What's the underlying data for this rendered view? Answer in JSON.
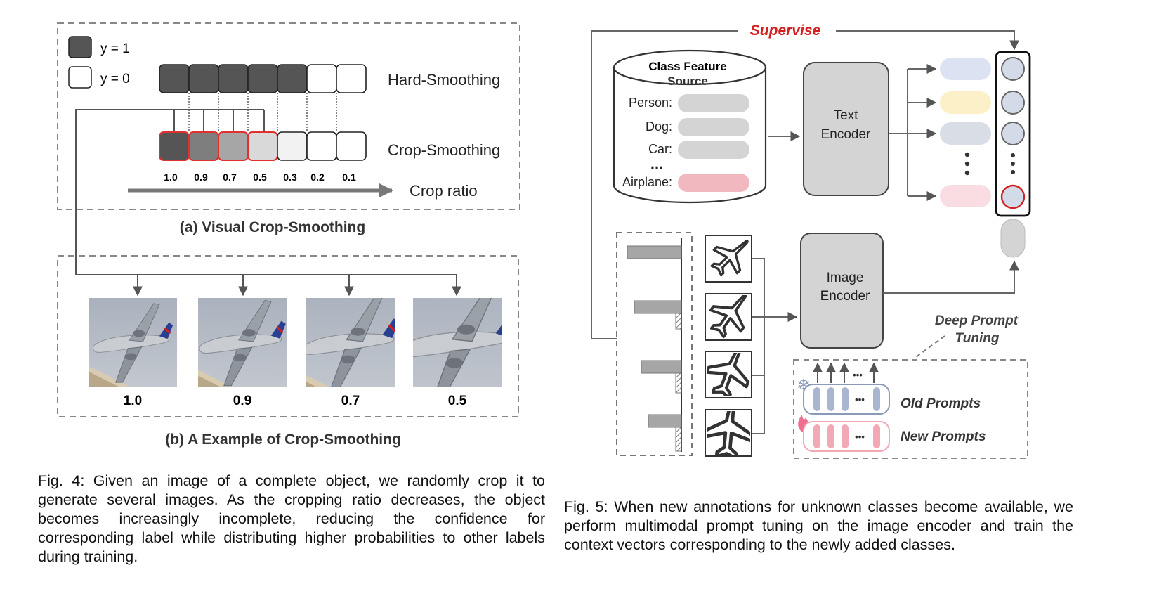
{
  "fig4": {
    "legend": {
      "pos": "y = 1",
      "neg": "y = 0"
    },
    "hard_label": "Hard-Smoothing",
    "crop_label": "Crop-Smoothing",
    "ratios": [
      "1.0",
      "0.9",
      "0.7",
      "0.5",
      "0.3",
      "0.2",
      "0.1"
    ],
    "crop_ratio_label": "Crop ratio",
    "sub_a": "(a) Visual Crop-Smoothing",
    "example_ratios": [
      "1.0",
      "0.9",
      "0.7",
      "0.5"
    ],
    "sub_b": "(b) A Example of Crop-Smoothing",
    "caption": "Fig. 4: Given an image of a complete object, we randomly crop it to generate several images. As the cropping ratio decreases, the object becomes increasingly incomplete, reducing the confidence for corresponding label while distributing higher probabilities to other labels during training.",
    "colors": {
      "dark": "#555555",
      "mid1": "#7e7e7e",
      "mid2": "#a6a6a6",
      "mid3": "#d9d9d9",
      "light": "#f2f2f2",
      "red": "#e03030"
    }
  },
  "fig5": {
    "supervise": "Supervise",
    "db_title": "Class Feature",
    "db_subtitle": "Source",
    "classes": [
      "Person:",
      "Dog:",
      "Car:",
      "...",
      "Airplane:"
    ],
    "text_encoder": [
      "Text",
      "Encoder"
    ],
    "image_encoder": [
      "Image",
      "Encoder"
    ],
    "deep_prompt": [
      "Deep Prompt",
      "Tuning"
    ],
    "old_prompts": "Old Prompts",
    "new_prompts": "New Prompts",
    "ellipsis": "•••",
    "caption": "Fig. 5: When new annotations for unknown classes become available, we perform multimodal prompt tuning on the image encoder and train the context vectors corresponding to the newly added classes.",
    "colors": {
      "supervise_red": "#d42020",
      "feat_blue": "#dbe3f2",
      "feat_yellow": "#fcf0c8",
      "feat_gray": "#d8dde6",
      "feat_pink": "#f9dde2",
      "airplane_pink": "#f2b8c0",
      "old_bar": "#a9b6cf",
      "new_bar": "#f2a9b6"
    }
  }
}
